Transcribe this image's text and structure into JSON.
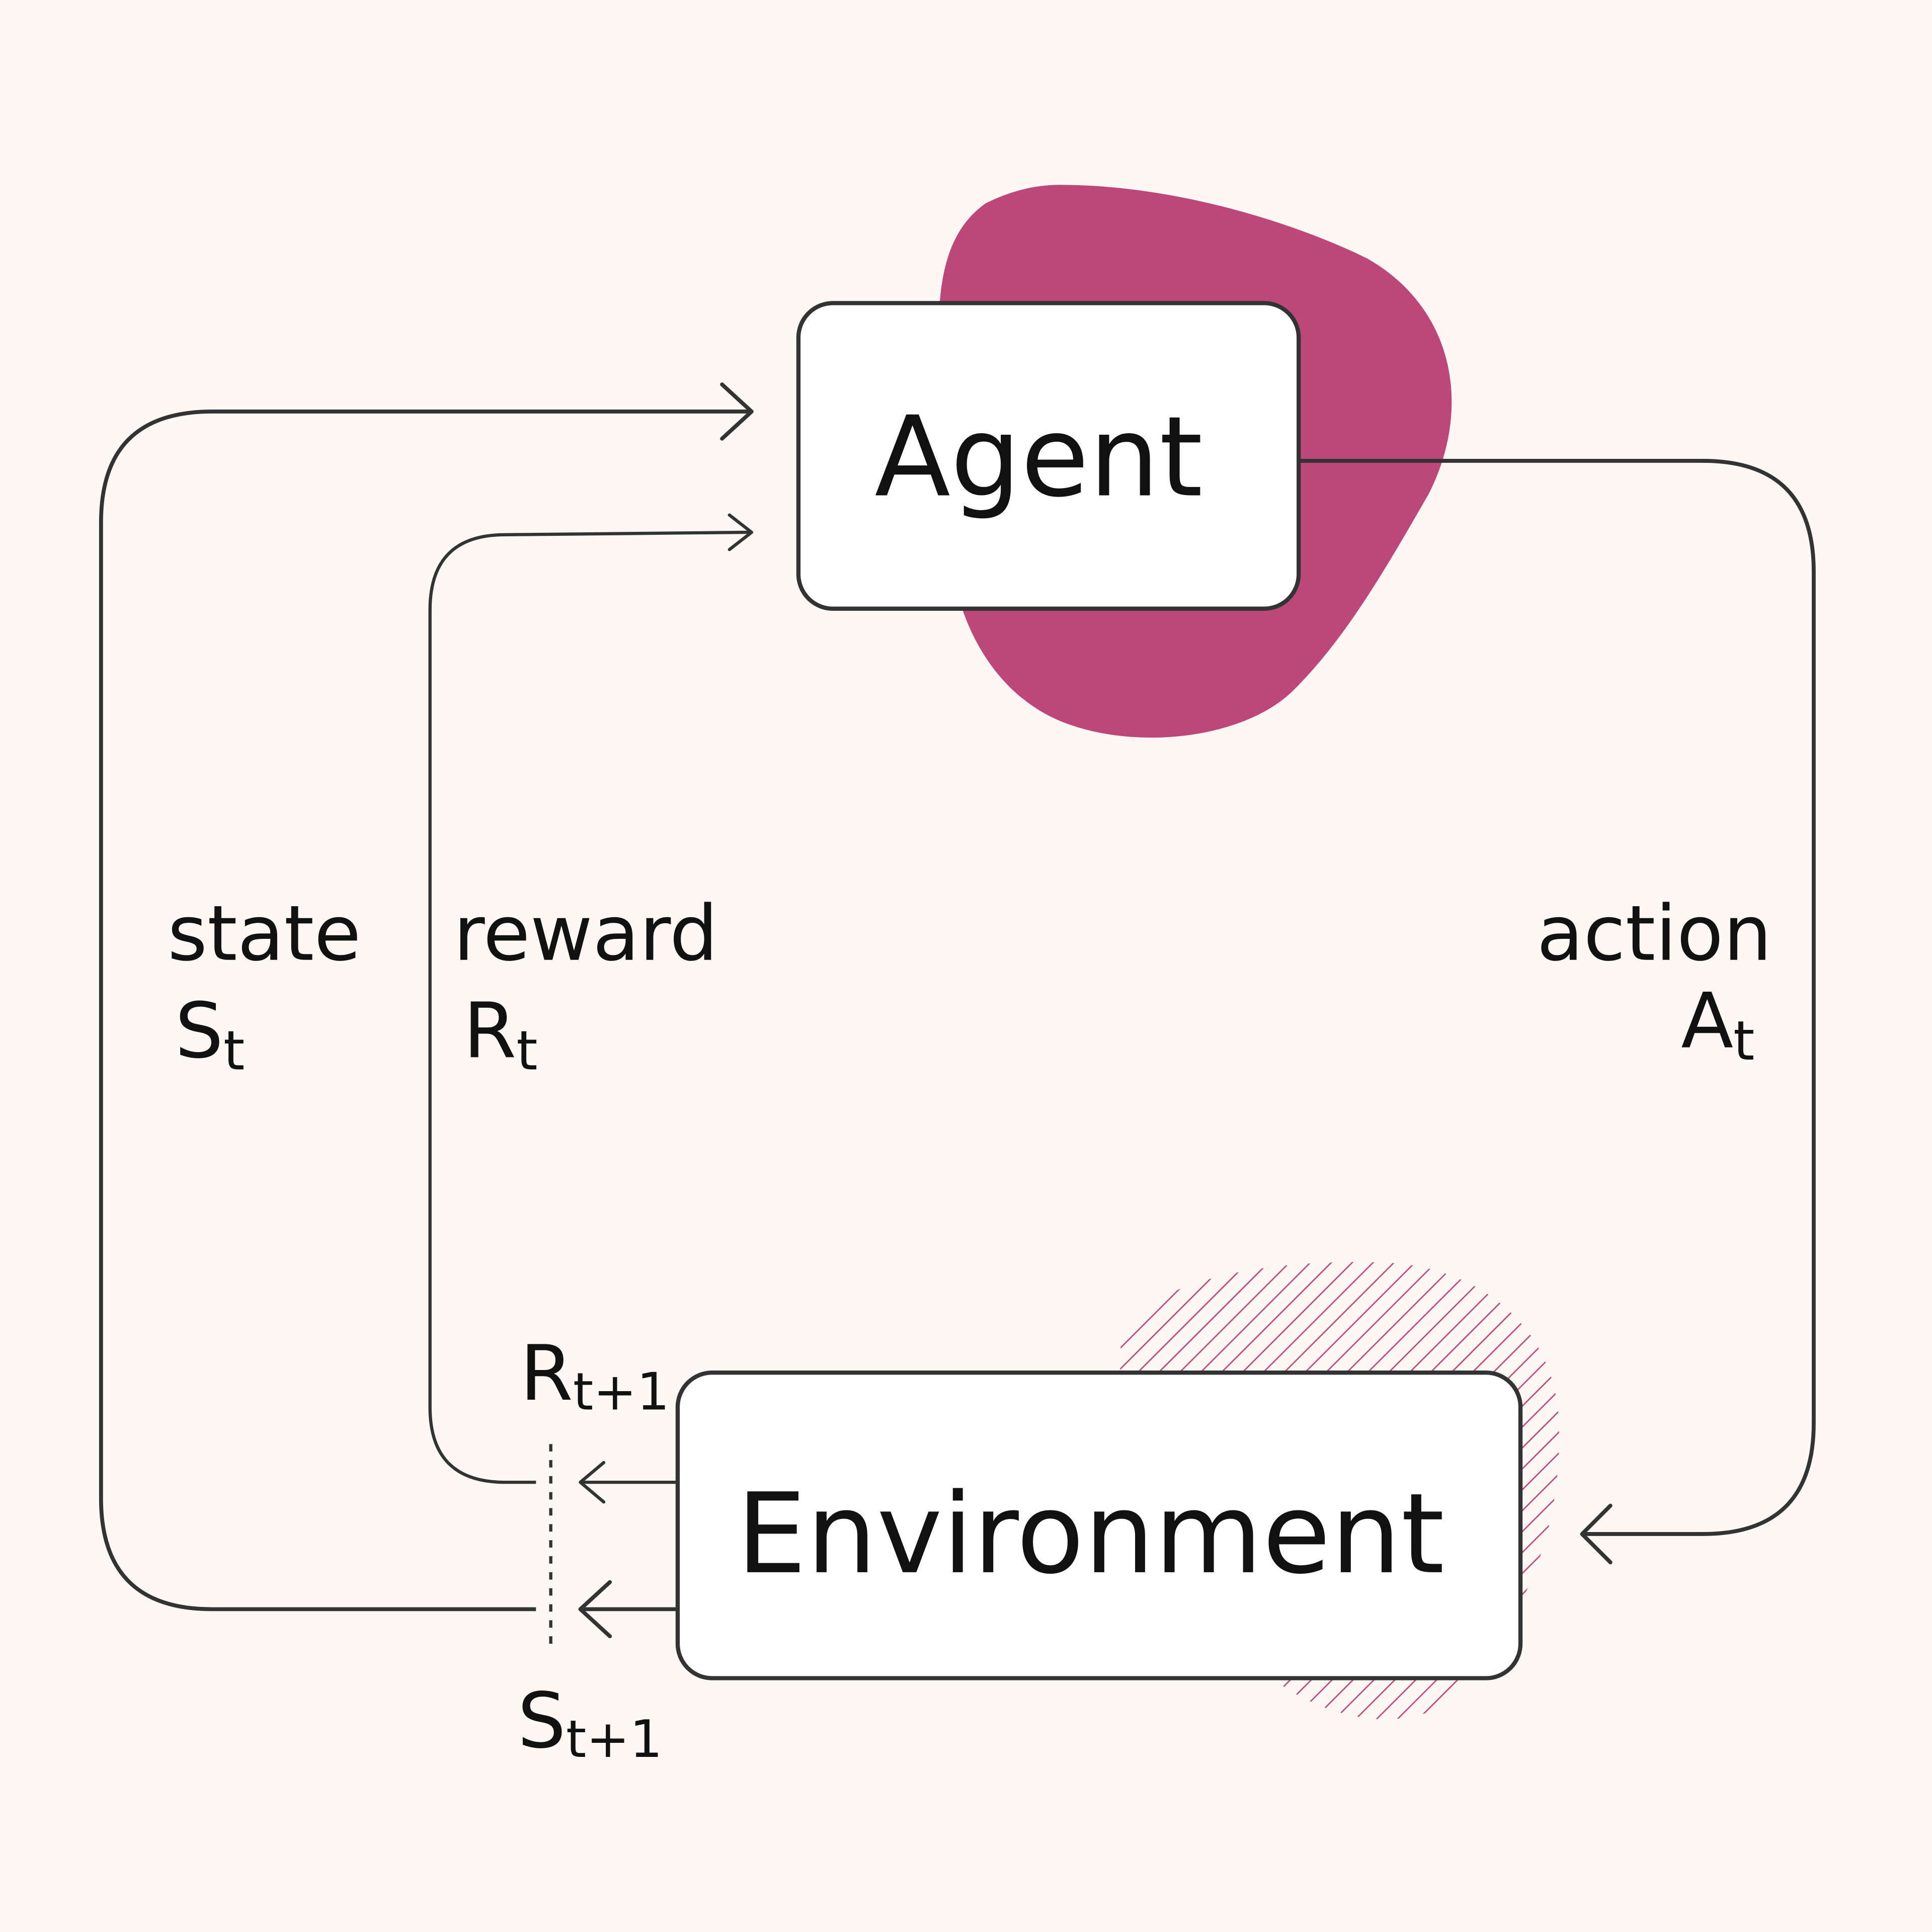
{
  "colors": {
    "background": "#fdf8f3",
    "accent": "#bd4779",
    "line": "#333333",
    "box_fill": "#ffffff",
    "text": "#111111"
  },
  "nodes": {
    "agent": {
      "label": "Agent"
    },
    "environment": {
      "label": "Environment"
    }
  },
  "edges": {
    "state": {
      "word": "state",
      "symbol": "S",
      "subscript": "t"
    },
    "reward": {
      "word": "reward",
      "symbol": "R",
      "subscript": "t"
    },
    "action": {
      "word": "action",
      "symbol": "A",
      "subscript": "t"
    },
    "next_reward": {
      "symbol": "R",
      "subscript": "t+1"
    },
    "next_state": {
      "symbol": "S",
      "subscript": "t+1"
    }
  }
}
